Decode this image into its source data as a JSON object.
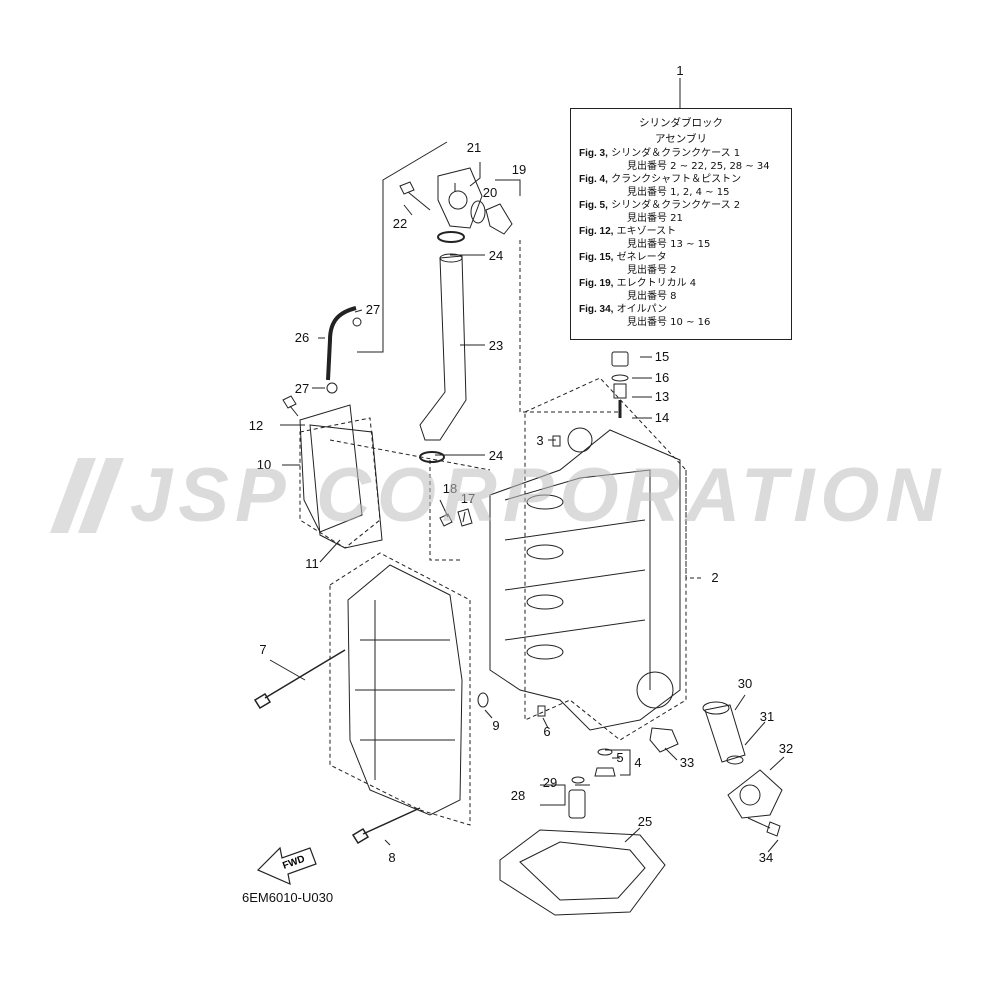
{
  "callouts": [
    "1",
    "2",
    "3",
    "4",
    "5",
    "6",
    "7",
    "8",
    "9",
    "10",
    "11",
    "12",
    "13",
    "14",
    "15",
    "16",
    "17",
    "18",
    "19",
    "20",
    "21",
    "22",
    "23",
    "24",
    "24",
    "25",
    "26",
    "27",
    "27",
    "28",
    "29",
    "30",
    "31",
    "32",
    "33",
    "34"
  ],
  "legend": {
    "title_line1": "シリンダブロック",
    "title_line2": "アセンブリ",
    "rows": [
      {
        "fig": "Fig. 3,",
        "name": "シリンダ＆クランクケース 1",
        "sub": "見出番号 2 ~ 22, 25, 28 ~ 34"
      },
      {
        "fig": "Fig. 4,",
        "name": "クランクシャフト＆ピストン",
        "sub": "見出番号 1, 2, 4 ~ 15"
      },
      {
        "fig": "Fig. 5,",
        "name": "シリンダ＆クランクケース 2",
        "sub": "見出番号 21"
      },
      {
        "fig": "Fig. 12,",
        "name": "エキゾースト",
        "sub": "見出番号 13 ~ 15"
      },
      {
        "fig": "Fig. 15,",
        "name": "ゼネレータ",
        "sub": "見出番号 2"
      },
      {
        "fig": "Fig. 19,",
        "name": "エレクトリカル 4",
        "sub": "見出番号 8"
      },
      {
        "fig": "Fig. 34,",
        "name": "オイルパン",
        "sub": "見出番号 10 ~ 16"
      }
    ]
  },
  "watermark": "JSP CORPORATION",
  "fwd_label": "FWD",
  "diagram_code": "6EM6010-U030"
}
